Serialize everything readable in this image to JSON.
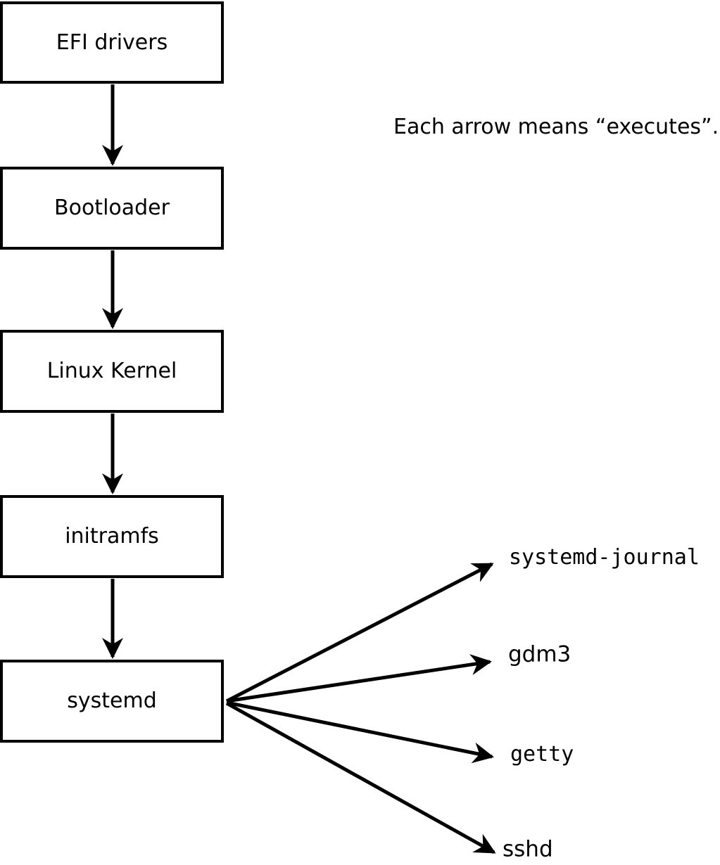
{
  "note": "Each arrow means “executes”.",
  "colors": {
    "ink": "#000000",
    "background": "#ffffff"
  },
  "flow": {
    "edge_meaning": "executes",
    "nodes": [
      {
        "label": "EFI drivers"
      },
      {
        "label": "Bootloader"
      },
      {
        "label": "Linux Kernel"
      },
      {
        "label": "initramfs"
      },
      {
        "label": "systemd"
      }
    ],
    "spawned": [
      {
        "label": "systemd-journal"
      },
      {
        "label": "gdm3"
      },
      {
        "label": "getty"
      },
      {
        "label": "sshd"
      }
    ]
  }
}
